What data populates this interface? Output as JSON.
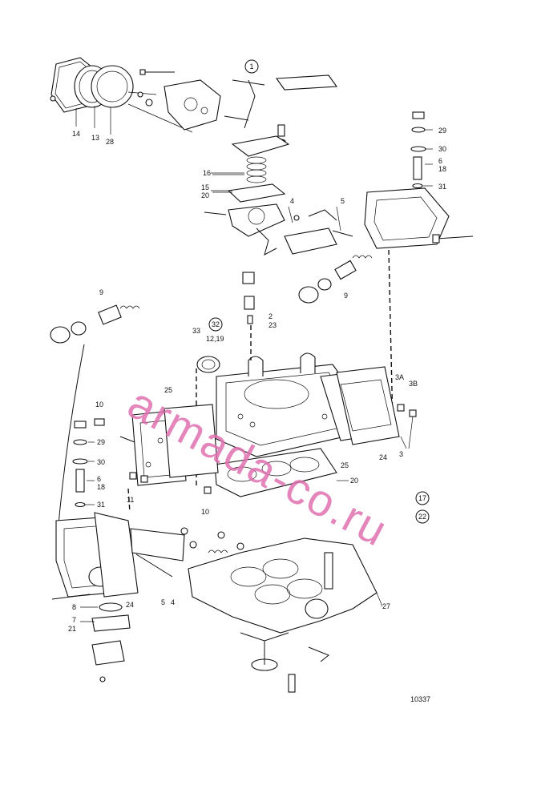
{
  "watermark": "armada-co.ru",
  "figure_number": "10337",
  "callouts": {
    "c1": "1",
    "c2": "2",
    "c3": "3",
    "c3A": "3A",
    "c3B": "3B",
    "c4a": "4",
    "c4b": "4",
    "c5a": "5",
    "c5b": "5",
    "c6a": "6",
    "c6b": "6",
    "c7": "7",
    "c8": "8",
    "c9a": "9",
    "c9b": "9",
    "c10a": "10",
    "c10b": "10",
    "c11": "11",
    "c12": "12,19",
    "c13": "13",
    "c14": "14",
    "c15": "15",
    "c16": "16",
    "c17": "17",
    "c18a": "18",
    "c18b": "18",
    "c20a": "20",
    "c20b": "20",
    "c21": "21",
    "c22": "22",
    "c23": "23",
    "c24a": "24",
    "c24b": "24",
    "c25a": "25",
    "c25b": "25",
    "c27": "27",
    "c28": "28",
    "c29a": "29",
    "c29b": "29",
    "c30a": "30",
    "c30b": "30",
    "c31a": "31",
    "c31b": "31",
    "c32": "32",
    "c33": "33"
  }
}
